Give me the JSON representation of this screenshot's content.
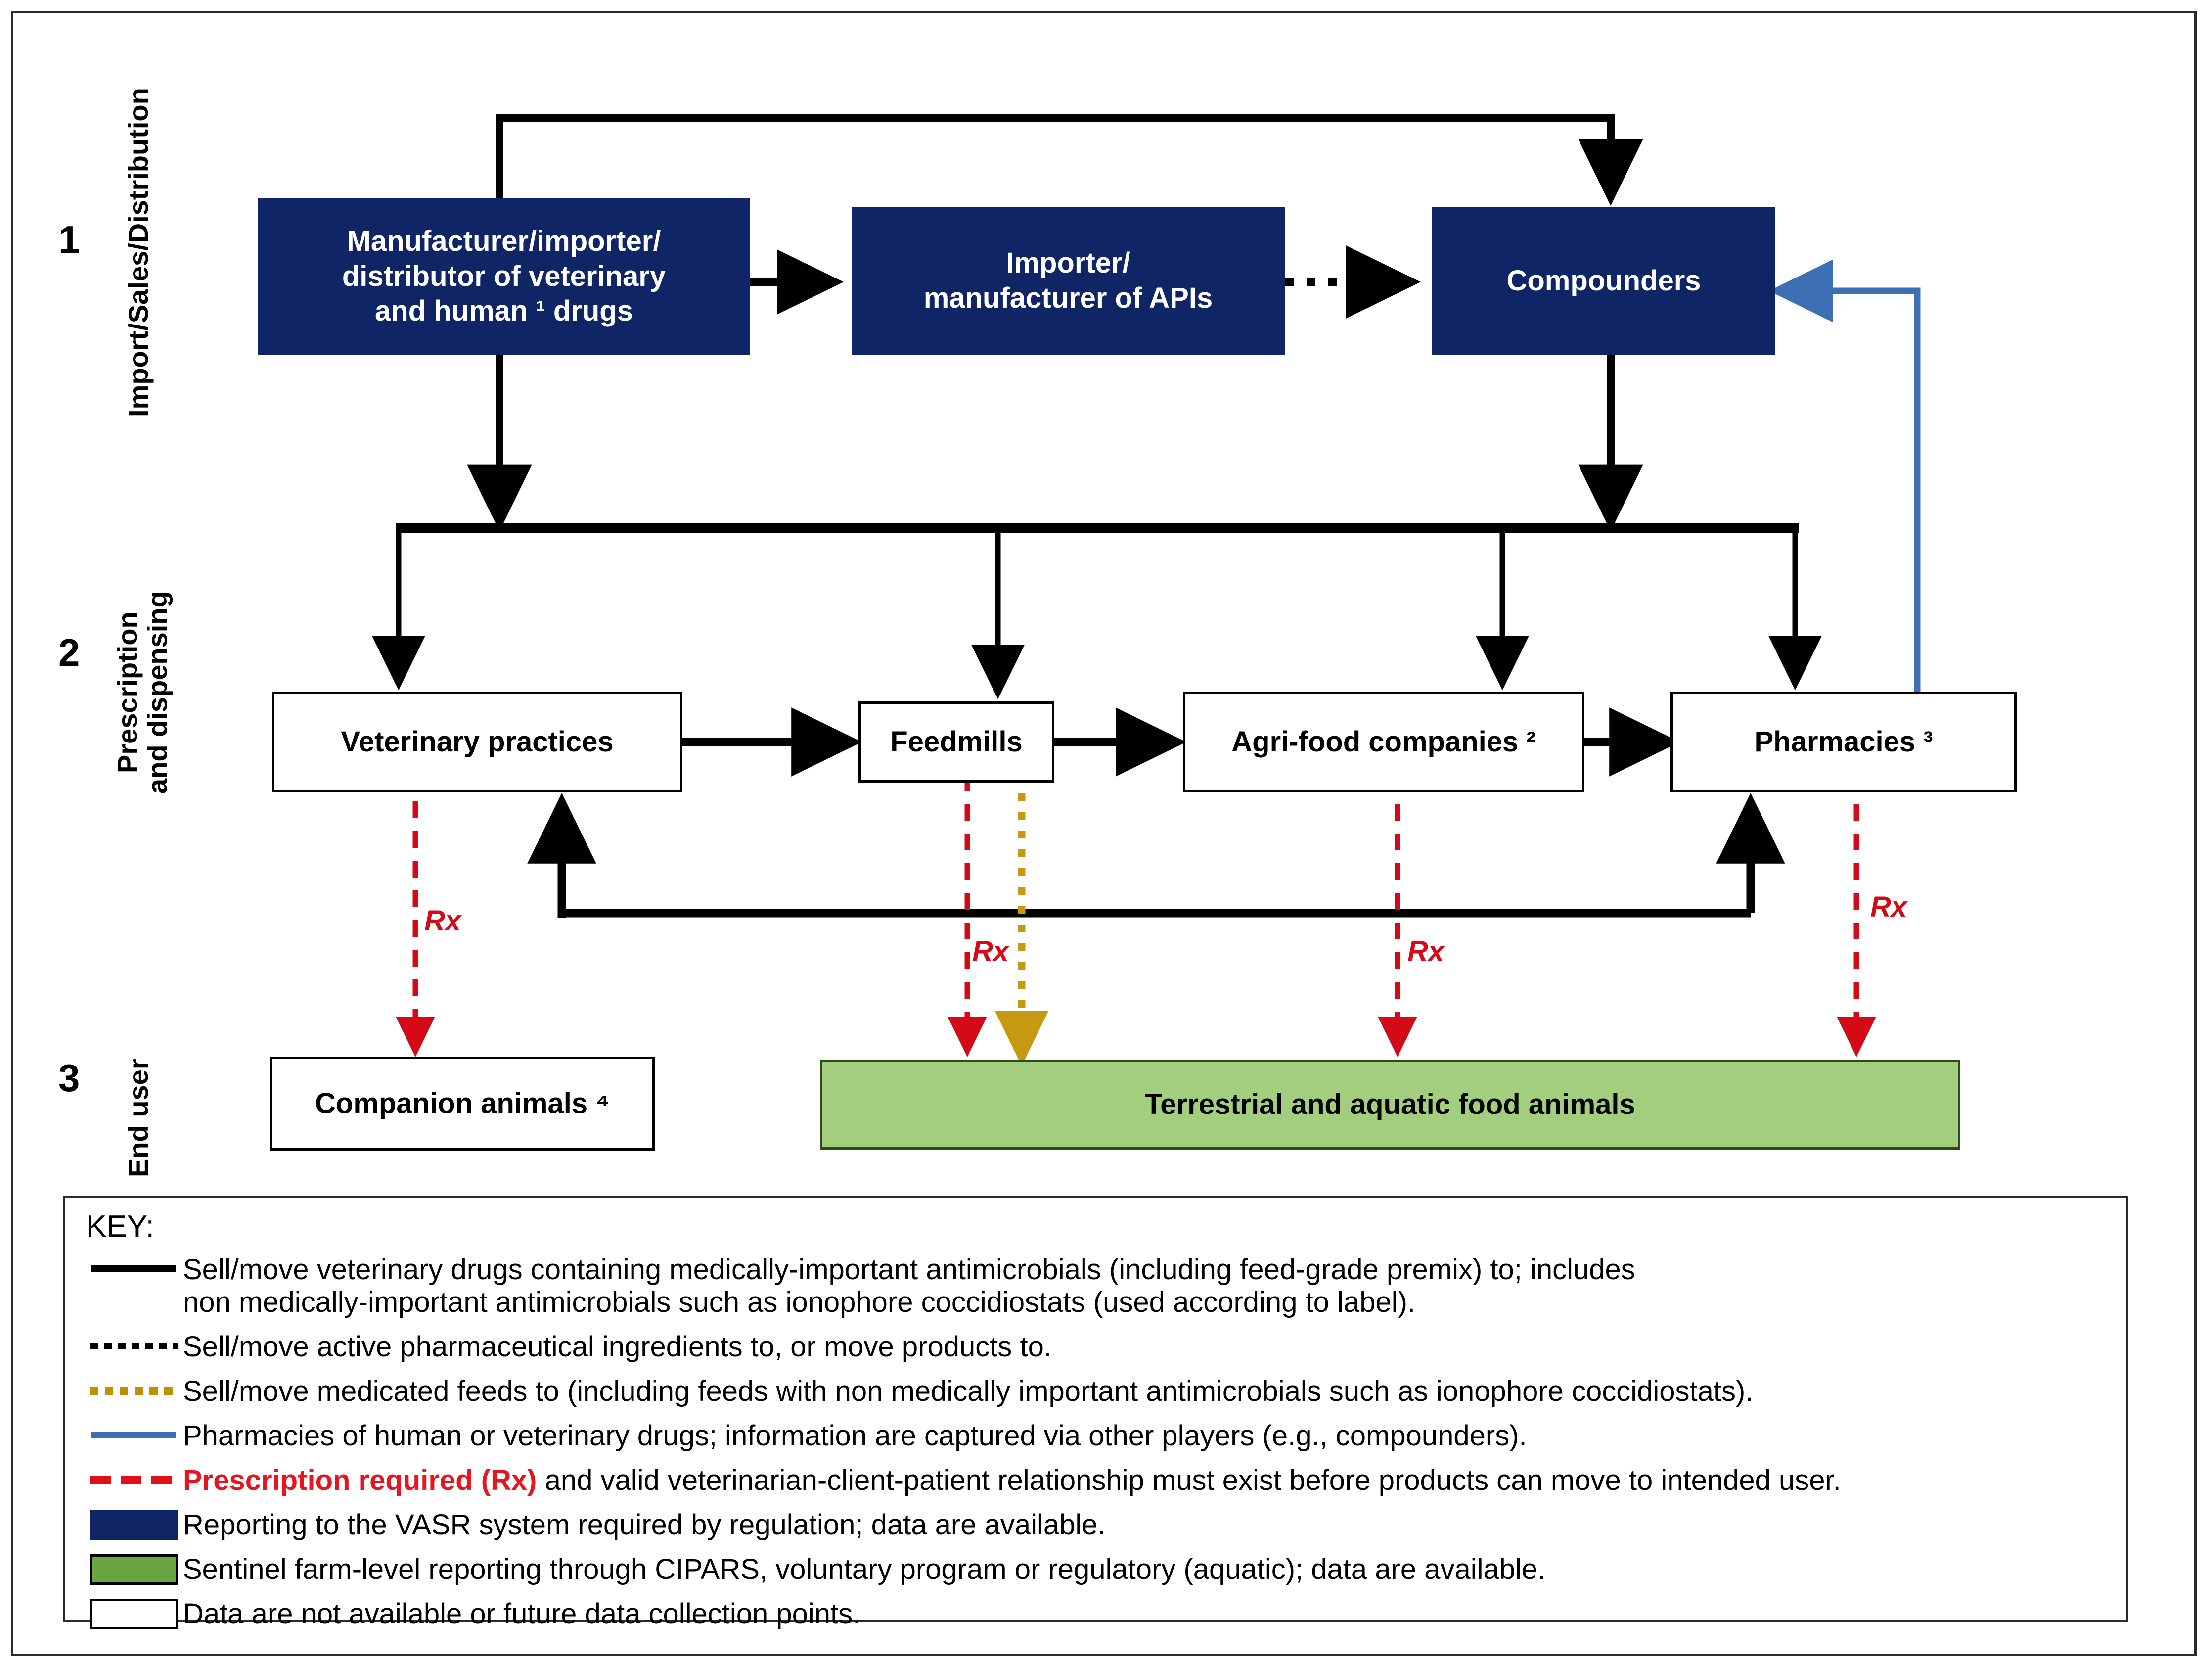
{
  "colors": {
    "navy": "#0f2566",
    "green": "#a2ce7e",
    "legend_green": "#6aa543",
    "blue_line": "#3d6fb4",
    "red_rx": "#d40b17",
    "gold": "#bf9000",
    "black": "#000000"
  },
  "stages": [
    {
      "number": "1",
      "label": "Import/Sales/Distribution"
    },
    {
      "number": "2",
      "label": "Prescription\nand dispensing"
    },
    {
      "number": "3",
      "label": "End user"
    }
  ],
  "nodes": {
    "manufacturer": {
      "label": "Manufacturer/importer/\ndistributor of  veterinary\nand human ¹ drugs",
      "style": "navy"
    },
    "api": {
      "label": "Importer/\nmanufacturer of APIs",
      "style": "navy"
    },
    "compounders": {
      "label": "Compounders",
      "style": "navy"
    },
    "veterinary_practices": {
      "label": "Veterinary practices",
      "style": "plain"
    },
    "feedmills": {
      "label": "Feedmills",
      "style": "plain"
    },
    "agrifood": {
      "label": "Agri-food companies ²",
      "style": "plain"
    },
    "pharmacies": {
      "label": "Pharmacies ³",
      "style": "plain"
    },
    "companion_animals": {
      "label": "Companion animals ⁴",
      "style": "plain"
    },
    "food_animals": {
      "label": "Terrestrial and aquatic food animals",
      "style": "green"
    }
  },
  "rx_labels": [
    {
      "id": "rx-vet",
      "text": "Rx"
    },
    {
      "id": "rx-feedmills",
      "text": "Rx"
    },
    {
      "id": "rx-agrifood",
      "text": "Rx"
    },
    {
      "id": "rx-pharmacies",
      "text": "Rx"
    }
  ],
  "legend": {
    "title": "KEY:",
    "items": [
      {
        "swatch": "solid-black",
        "text": "Sell/move veterinary drugs containing medically-important antimicrobials (including feed-grade premix) to;  includes\n     non medically-important antimicrobials such as ionophore coccidiostats (used according to label)."
      },
      {
        "swatch": "dot-black",
        "text": "Sell/move active pharmaceutical ingredients to, or move products to."
      },
      {
        "swatch": "dot-gold",
        "text": "Sell/move medicated feeds to (including feeds with non medically important antimicrobials such as ionophore coccidiostats)."
      },
      {
        "swatch": "solid-blue",
        "text": "Pharmacies of human or veterinary drugs; information are captured via other players (e.g., compounders)."
      },
      {
        "swatch": "dash-red",
        "highlight": "Prescription required (Rx)",
        "text": " and valid veterinarian-client-patient relationship must exist before products can move to intended user."
      },
      {
        "swatch": "box-navy",
        "text": "Reporting to the VASR system required by regulation; data are available."
      },
      {
        "swatch": "box-green",
        "text": "Sentinel farm-level reporting through CIPARS, voluntary program or regulatory (aquatic); data are available."
      },
      {
        "swatch": "box-white",
        "text": "Data are not available or future data collection points."
      }
    ]
  }
}
